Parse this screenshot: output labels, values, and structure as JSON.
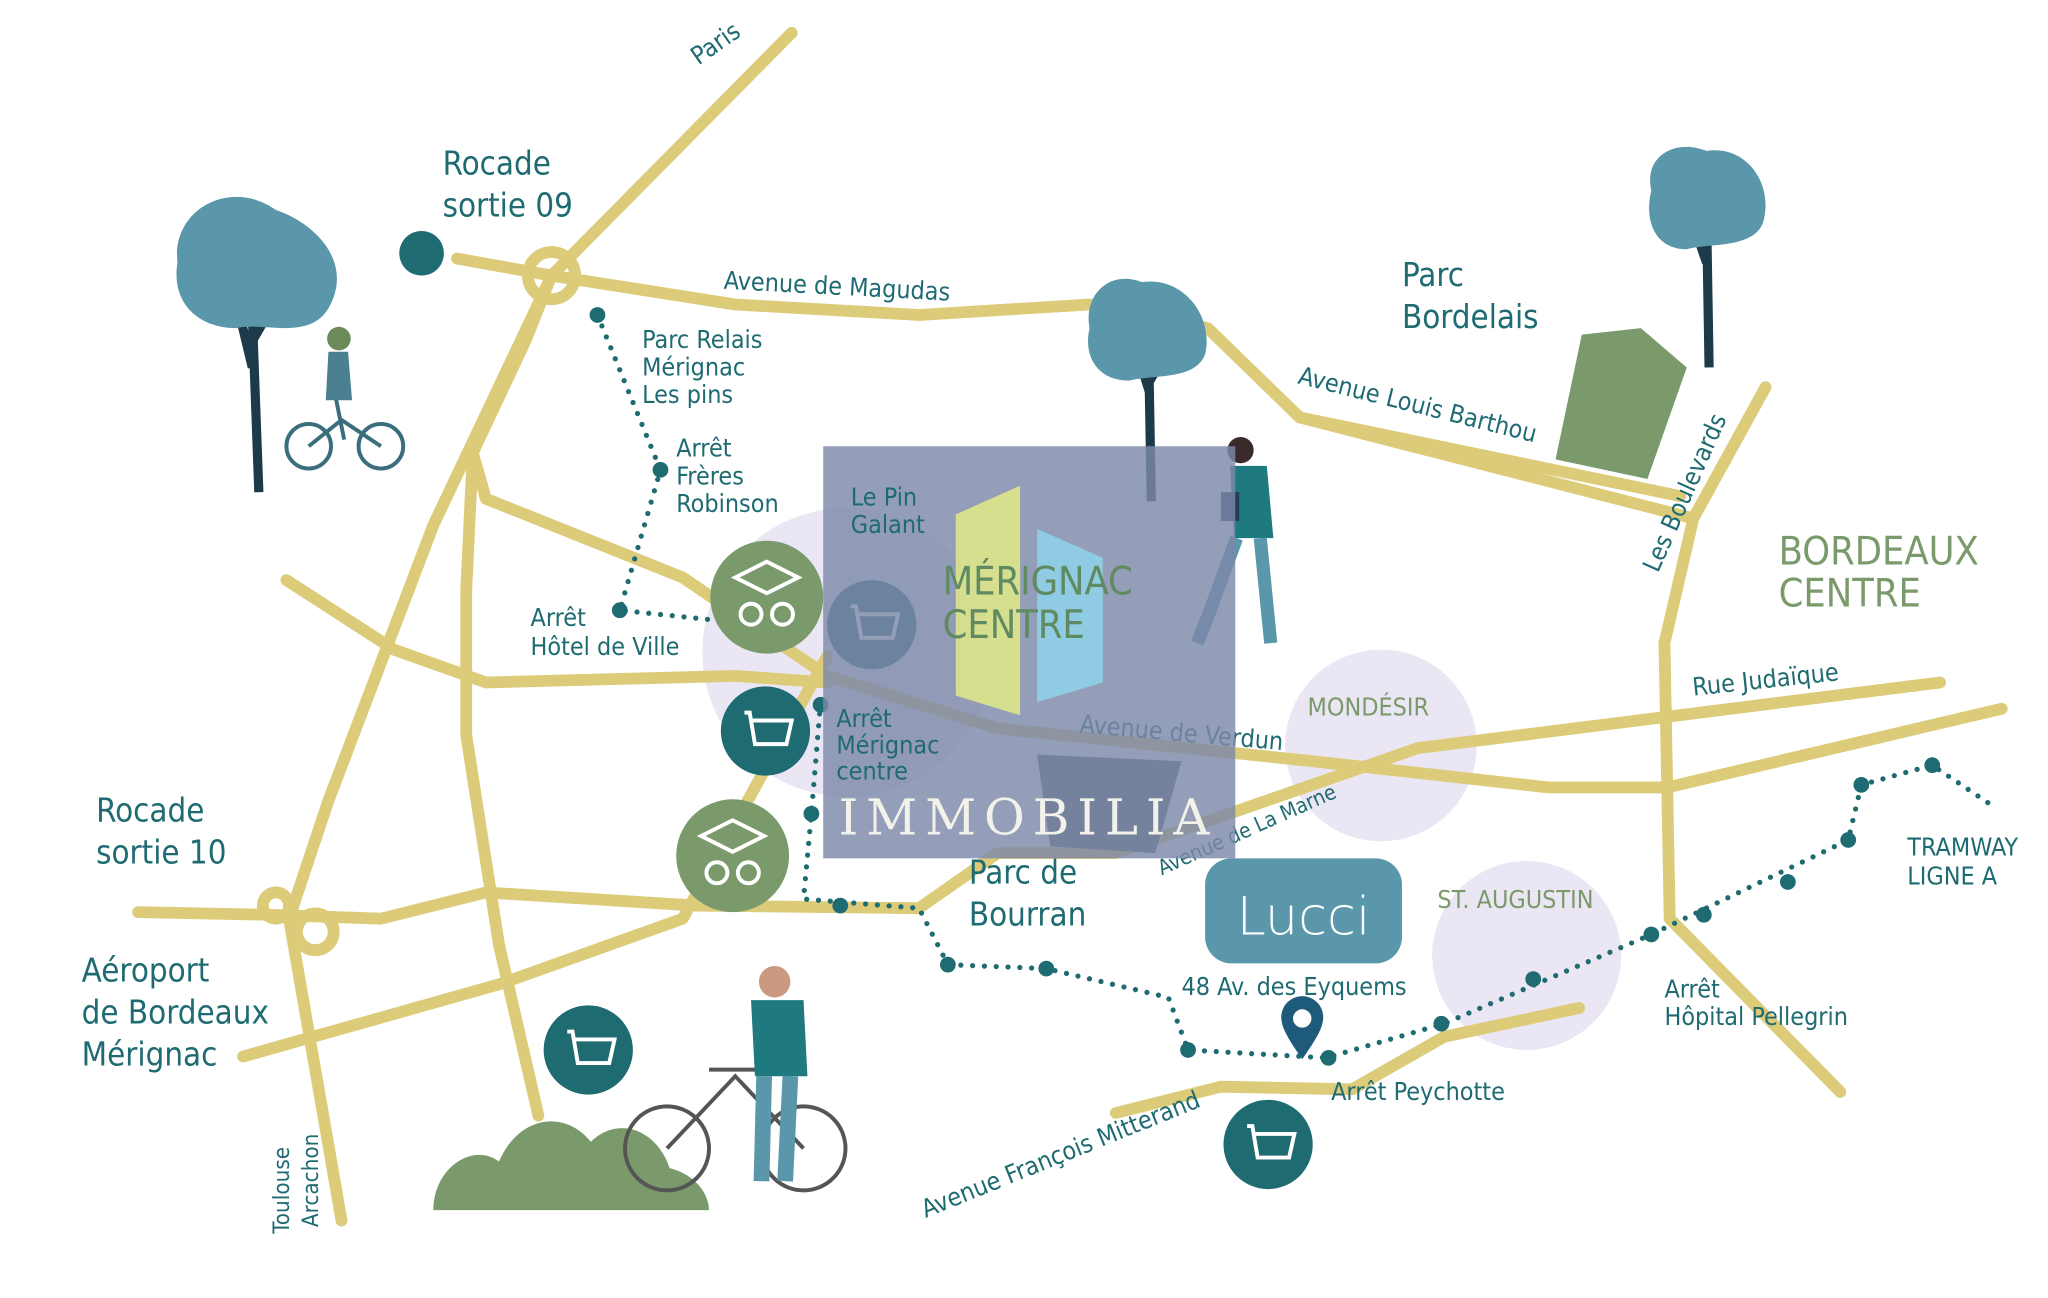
{
  "labels": {
    "paris": "Paris",
    "rocade09_l1": "Rocade",
    "rocade09_l2": "sortie 09",
    "av_magudas": "Avenue de Magudas",
    "parc_relais_l1": "Parc Relais",
    "parc_relais_l2": "Mérignac",
    "parc_relais_l3": "Les pins",
    "freres_l1": "Arrêt",
    "freres_l2": "Frères",
    "freres_l3": "Robinson",
    "pin_galant_l1": "Le Pin",
    "pin_galant_l2": "Galant",
    "hotel_ville_l1": "Arrêt",
    "hotel_ville_l2": "Hôtel de Ville",
    "merignac_centre_stop_l1": "Arrêt",
    "merignac_centre_stop_l2": "Mérignac",
    "merignac_centre_stop_l3": "centre",
    "merignac_centre_l1": "MÉRIGNAC",
    "merignac_centre_l2": "CENTRE",
    "parc_bordelais_l1": "Parc",
    "parc_bordelais_l2": "Bordelais",
    "av_barthou": "Avenue Louis Barthou",
    "boulevards": "Les Boulevards",
    "bordeaux_l1": "BORDEAUX",
    "bordeaux_l2": "CENTRE",
    "rue_judaique": "Rue Judaïque",
    "av_verdun": "Avenue de Verdun",
    "mondesir": "MONDÉSIR",
    "av_marne": "Avenue de La Marne",
    "parc_bourran_l1": "Parc de",
    "parc_bourran_l2": "Bourran",
    "st_augustin": "ST. AUGUSTIN",
    "tramway_l1": "TRAMWAY",
    "tramway_l2": "LIGNE A",
    "address": "48 Av. des Eyquems",
    "pellegrin_l1": "Arrêt",
    "pellegrin_l2": "Hôpital Pellegrin",
    "peychotte": "Arrêt Peychotte",
    "av_mitterand": "Avenue François Mitterand",
    "rocade10_l1": "Rocade",
    "rocade10_l2": "sortie 10",
    "aeroport_l1": "Aéroport",
    "aeroport_l2": "de Bordeaux",
    "aeroport_l3": "Mérignac",
    "toulouse": "Toulouse",
    "arcachon": "Arcachon"
  },
  "logo": {
    "project_name": "Lucci"
  },
  "watermark": {
    "brand": "IMMOBILIA"
  },
  "colors": {
    "road": "#dccb79",
    "teal": "#1f6b72",
    "tree": "#5b97aa",
    "district": "#ebe6f3",
    "park": "#7a9a6c",
    "overlay": "#7d89a8"
  }
}
